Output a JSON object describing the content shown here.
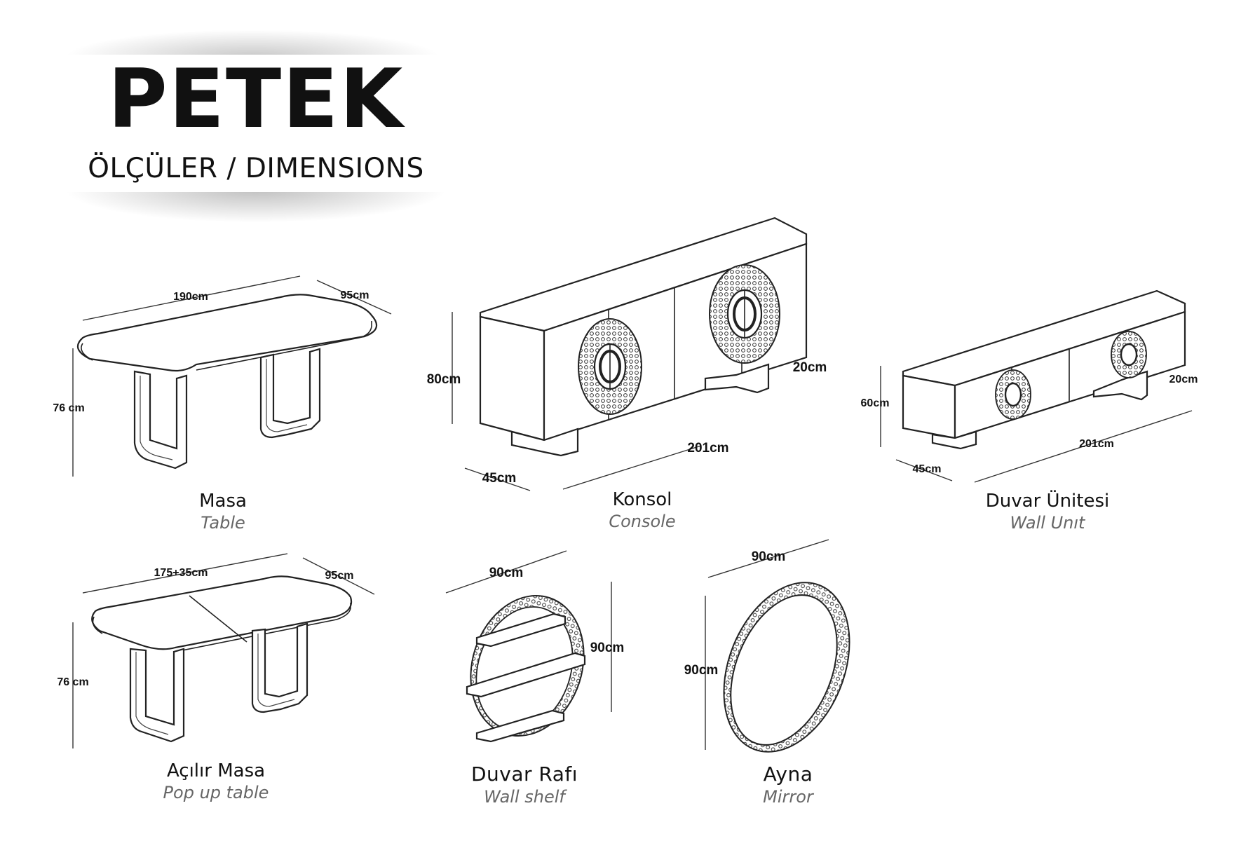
{
  "header": {
    "brand": "PETEK",
    "subtitle": "ÖLÇÜLER / DIMENSIONS"
  },
  "products": [
    {
      "id": "table",
      "name_tr": "Masa",
      "name_en": "Table",
      "dims": {
        "length": "190cm",
        "depth": "95cm",
        "height": "76 cm"
      }
    },
    {
      "id": "console",
      "name_tr": "Konsol",
      "name_en": "Console",
      "dims": {
        "length": "201cm",
        "depth": "45cm",
        "height": "80cm",
        "leg": "20cm"
      }
    },
    {
      "id": "wall-unit",
      "name_tr": "Duvar Ünitesi",
      "name_en": "Wall Unıt",
      "dims": {
        "length": "201cm",
        "depth": "45cm",
        "height": "60cm",
        "leg": "20cm"
      }
    },
    {
      "id": "popup-table",
      "name_tr": "Açılır Masa",
      "name_en": "Pop up table",
      "dims": {
        "length": "175+35cm",
        "depth": "95cm",
        "height": "76 cm"
      }
    },
    {
      "id": "wall-shelf",
      "name_tr": "Duvar Rafı",
      "name_en": "Wall shelf",
      "dims": {
        "width": "90cm",
        "height": "90cm"
      }
    },
    {
      "id": "mirror",
      "name_tr": "Ayna",
      "name_en": "Mirror",
      "dims": {
        "width": "90cm",
        "height": "90cm"
      }
    }
  ],
  "colors": {
    "line": "#222222",
    "caption_en": "#666666",
    "background": "#ffffff"
  }
}
